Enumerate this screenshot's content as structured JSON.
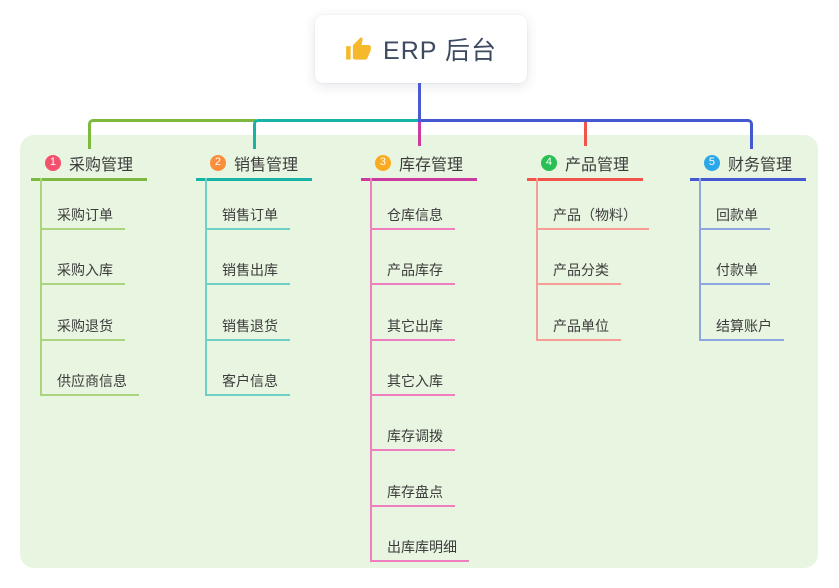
{
  "root": {
    "label": "ERP 后台",
    "icon": "thumbs-up-icon",
    "icon_color": "#f7b92c"
  },
  "canvas": {
    "background": "#ffffff",
    "panel_color": "#e8f5e1"
  },
  "connector_color": "#4a5ad2",
  "branches": [
    {
      "badge": "1",
      "label": "采购管理",
      "badge_color": "#f4516e",
      "line_color": "#7cb93e",
      "child_line_color": "#abd47f",
      "children": [
        "采购订单",
        "采购入库",
        "采购退货",
        "供应商信息"
      ]
    },
    {
      "badge": "2",
      "label": "销售管理",
      "badge_color": "#fb8e3c",
      "line_color": "#17b3a7",
      "child_line_color": "#6fd0c8",
      "children": [
        "销售订单",
        "销售出库",
        "销售退货",
        "客户信息"
      ]
    },
    {
      "badge": "3",
      "label": "库存管理",
      "badge_color": "#fbab1f",
      "line_color": "#cb3a9e",
      "child_line_color": "#f07fc0",
      "children": [
        "仓库信息",
        "产品库存",
        "其它出库",
        "其它入库",
        "库存调拨",
        "库存盘点",
        "出库库明细"
      ]
    },
    {
      "badge": "4",
      "label": "产品管理",
      "badge_color": "#29bf53",
      "line_color": "#f2544b",
      "child_line_color": "#f69d96",
      "children": [
        "产品（物料）",
        "产品分类",
        "产品单位"
      ]
    },
    {
      "badge": "5",
      "label": "财务管理",
      "badge_color": "#2aa7e8",
      "line_color": "#4459cf",
      "child_line_color": "#8ea6e0",
      "children": [
        "回款单",
        "付款单",
        "结算账户"
      ]
    }
  ]
}
